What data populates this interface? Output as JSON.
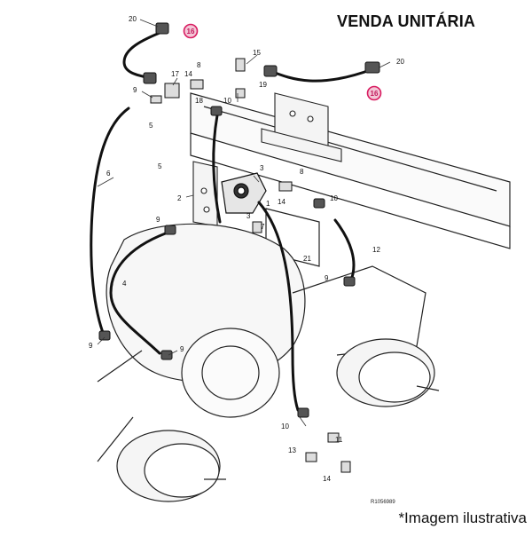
{
  "header": {
    "title": "VENDA UNITÁRIA"
  },
  "footer": {
    "caption": "*Imagem ilustrativa"
  },
  "diagram": {
    "reference_code": "R1056989",
    "highlight_color": "#d81b60",
    "highlight_label": "16",
    "part_labels": [
      "20",
      "16",
      "15",
      "20",
      "19",
      "8",
      "17",
      "14",
      "9",
      "18",
      "10",
      "16",
      "5",
      "6",
      "5",
      "3",
      "8",
      "2",
      "1",
      "10",
      "14",
      "3",
      "9",
      "7",
      "12",
      "21",
      "4",
      "9",
      "9",
      "9",
      "10",
      "11",
      "13",
      "14"
    ]
  }
}
